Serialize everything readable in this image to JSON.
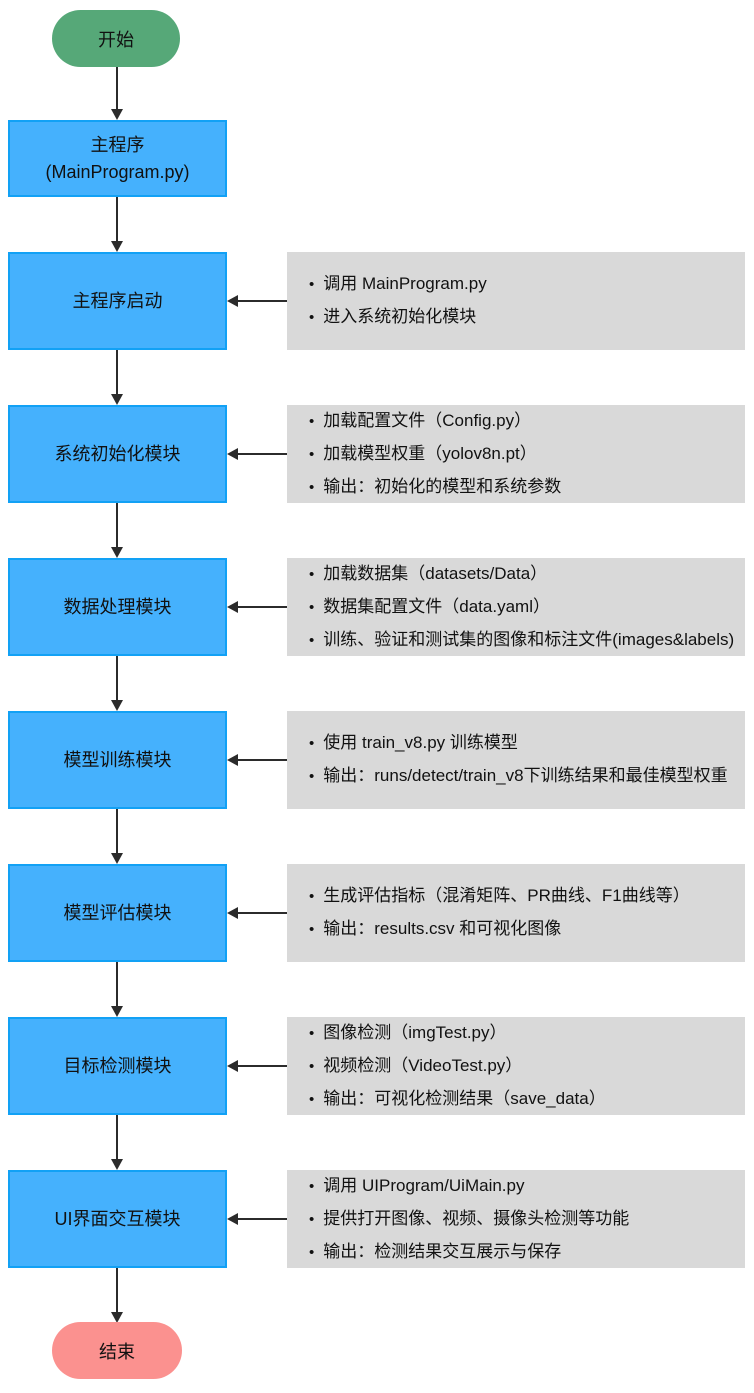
{
  "start": {
    "label": "开始"
  },
  "main": {
    "line1": "主程序",
    "line2": "(MainProgram.py)"
  },
  "steps": [
    {
      "label": "主程序启动",
      "notes": [
        "调用 MainProgram.py",
        "进入系统初始化模块"
      ]
    },
    {
      "label": "系统初始化模块",
      "notes": [
        "加载配置文件（Config.py）",
        "加载模型权重（yolov8n.pt）",
        "输出：初始化的模型和系统参数"
      ]
    },
    {
      "label": "数据处理模块",
      "notes": [
        "加载数据集（datasets/Data）",
        "数据集配置文件（data.yaml）",
        "训练、验证和测试集的图像和标注文件(images&labels)"
      ]
    },
    {
      "label": "模型训练模块",
      "notes": [
        "使用 train_v8.py 训练模型",
        "输出：runs/detect/train_v8下训练结果和最佳模型权重"
      ]
    },
    {
      "label": "模型评估模块",
      "notes": [
        "生成评估指标（混淆矩阵、PR曲线、F1曲线等）",
        "输出：results.csv 和可视化图像"
      ]
    },
    {
      "label": "目标检测模块",
      "notes": [
        "图像检测（imgTest.py）",
        "视频检测（VideoTest.py）",
        "输出：可视化检测结果（save_data）"
      ]
    },
    {
      "label": "UI界面交互模块",
      "notes": [
        "调用 UIProgram/UiMain.py",
        "提供打开图像、视频、摄像头检测等功能",
        "输出：检测结果交互展示与保存"
      ]
    }
  ],
  "end": {
    "label": "结束"
  },
  "bullet_glyph": "•",
  "colors": {
    "start_fill": "#56a878",
    "process_fill": "#45b1fd",
    "process_border": "#12a1f5",
    "end_fill": "#fb918f",
    "note_fill": "#d9d9d9",
    "line": "#2b2b2b",
    "text": "#111111"
  }
}
